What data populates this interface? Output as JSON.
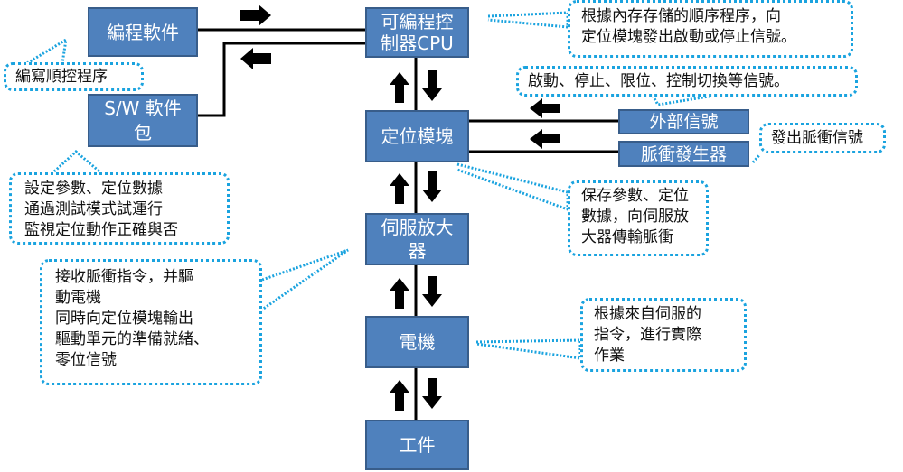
{
  "colors": {
    "box_fill": "#4f81bd",
    "box_border": "#385d8a",
    "callout_border": "#1aa3df",
    "arrow": "#000000"
  },
  "boxes": {
    "programming_software": "編程軟件",
    "sw_package": "S/W 軟件\n包",
    "plc_cpu": "可編程控\n制器CPU",
    "positioning_module": "定位模塊",
    "external_signal": "外部信號",
    "pulse_generator": "脈衝發生器",
    "servo_amplifier": "伺服放大\n器",
    "motor": "電機",
    "workpiece": "工件"
  },
  "callouts": {
    "write_program": "編寫順控程序",
    "plc_desc": "根據內存存儲的順序程序，向\n定位模塊發出啟動或停止信號。",
    "signals_desc": "啟動、停止、限位、控制切換等信號。",
    "pulse_desc": "發出脈衝信號",
    "sw_desc": "設定參數、定位數據\n通過測試模式試運行\n監視定位動作正確與否",
    "module_desc": "保存參數、定位\n數據，向伺服放\n大器傳輸脈衝",
    "servo_desc": "接收脈衝指令，并驅\n動電機\n同時向定位模塊輸出\n驅動單元的準備就緒、\n零位信號",
    "motor_desc": "根據來自伺服的\n指令，進行實際\n作業"
  },
  "arrows": [
    {
      "id": "software-to-cpu",
      "direction": "right"
    },
    {
      "id": "cpu-to-sw",
      "direction": "left"
    },
    {
      "id": "external-to-module",
      "direction": "left"
    },
    {
      "id": "pulse-to-module",
      "direction": "left"
    },
    {
      "id": "cpu-module",
      "direction": "bidirectional-vertical"
    },
    {
      "id": "module-servo",
      "direction": "bidirectional-vertical"
    },
    {
      "id": "servo-motor",
      "direction": "bidirectional-vertical"
    },
    {
      "id": "motor-workpiece",
      "direction": "bidirectional-vertical"
    }
  ]
}
